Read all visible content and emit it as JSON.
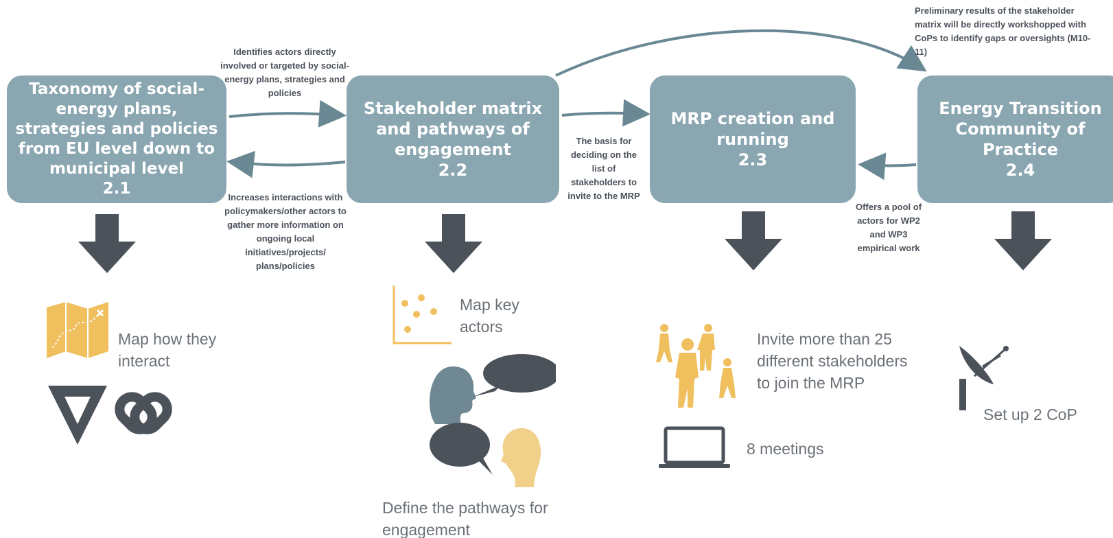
{
  "boxes": [
    {
      "title": "Taxonomy of social-energy plans, strategies and policies from EU level down to municipal level",
      "number": "2.1"
    },
    {
      "title": "Stakeholder matrix and pathways of engagement",
      "number": "2.2"
    },
    {
      "title": "MRP creation and running",
      "number": "2.3"
    },
    {
      "title": "Energy Transition Community of Practice",
      "number": "2.4"
    }
  ],
  "connectors": {
    "identifies": "Identifies actors directly involved or targeted by social- energy plans, strategies and policies",
    "increases": "Increases interactions with policymakers/other actors to gather more information on ongoing local initiatives/projects/ plans/policies",
    "basis": "The basis for deciding on the list of stakeholders to invite to the MRP",
    "offers": "Offers a pool of actors for WP2 and WP3 empirical work",
    "preliminary": "Preliminary results of the stakeholder matrix will be directly workshopped with CoPs to identify gaps or oversights (M10-11)"
  },
  "outcomes": {
    "map_interact": "Map how they interact",
    "map_actors": "Map key actors",
    "pathways": "Define the pathways for engagement",
    "invite": "Invite more than 25 different stakeholders to join the MRP",
    "meetings": "8 meetings",
    "cop": "Set up 2 CoP"
  },
  "icons": [
    "map-icon",
    "logo-v-icon",
    "chain-link-icon",
    "scatter-plot-icon",
    "speaking-heads-icon",
    "people-icon",
    "laptop-icon",
    "satellite-dish-icon"
  ],
  "colors": {
    "box": "#8aa6b1",
    "arrow": "#4b525a",
    "connector": "#6a8893",
    "accent_yellow": "#f0bf5e",
    "text": "#6b7178"
  }
}
